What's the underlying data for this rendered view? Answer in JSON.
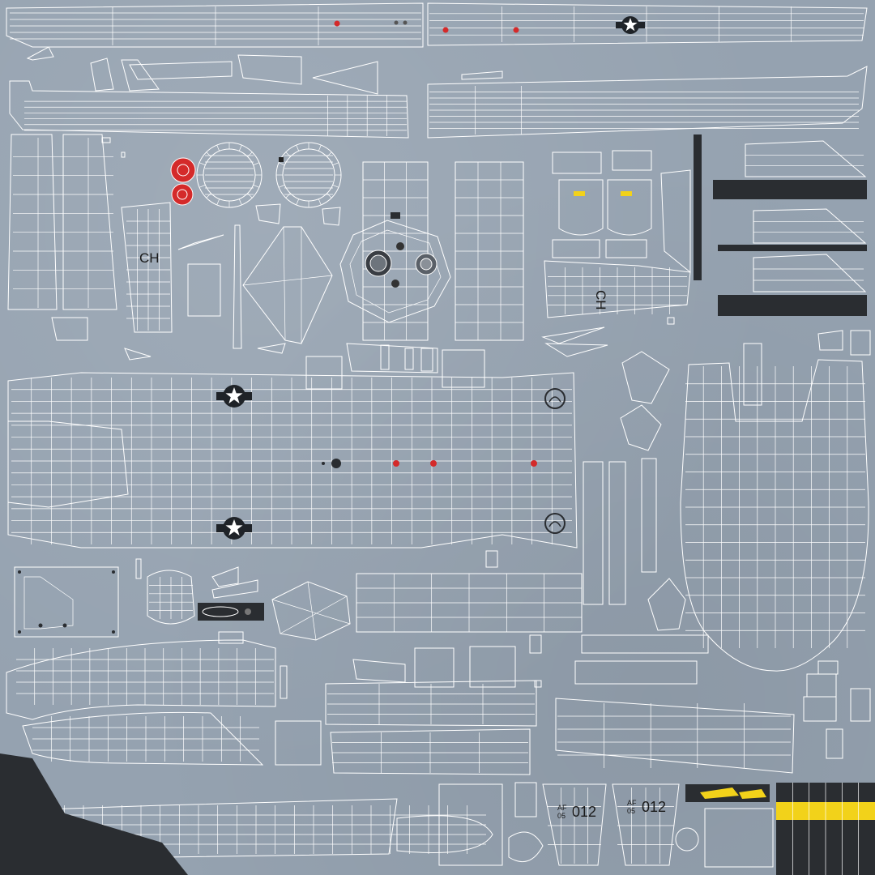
{
  "texture_labels": {
    "rudder_code_left": "CH",
    "rudder_code_right": "CH",
    "tail_prefix_left": "AF",
    "tail_year_left": "05",
    "tail_number_left": "012",
    "tail_prefix_right": "AF",
    "tail_year_right": "05",
    "tail_number_right": "012"
  },
  "colors": {
    "background": "#95a2b0",
    "wireframe": "#ffffff",
    "roundel_red": "#d42a2a",
    "insignia_dark": "#1f2328",
    "prop_yellow": "#f2d21a",
    "panel_dark": "#2a2d31"
  },
  "icons": {
    "national_insignia": "star-and-bar-icon",
    "roundel": "red-roundel-icon",
    "squadron_emblem": "squadron-emblem-icon",
    "engine_intake": "intake-ring-icon"
  }
}
